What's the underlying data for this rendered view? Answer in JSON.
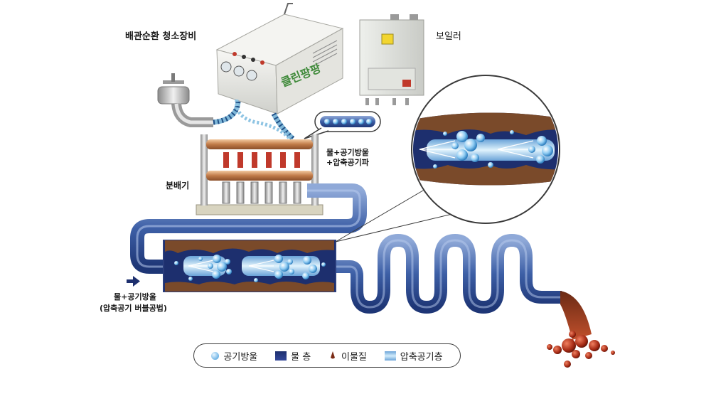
{
  "labels": {
    "cleaner": "배관순환 청소장비",
    "boiler": "보일러",
    "distributor": "분배기",
    "mixture_line1": "물+공기방울",
    "mixture_line2": "+압축공기파",
    "inlet_line1": "물+공기방울",
    "inlet_line2": "(압축공기 버블공법)",
    "brand": "클린팡팡"
  },
  "legend": {
    "bubble": "공기방울",
    "water": "물 층",
    "debris": "이물질",
    "air": "압축공기층"
  },
  "icons": {
    "inlet_arrow": "arrow-right-icon"
  },
  "colors": {
    "pipe": "#3d5fa6",
    "water": "#1d2f6e",
    "debris": "#7a4a2a",
    "bubble": "#7fc0ee",
    "outflow": "#9b2e1a"
  }
}
